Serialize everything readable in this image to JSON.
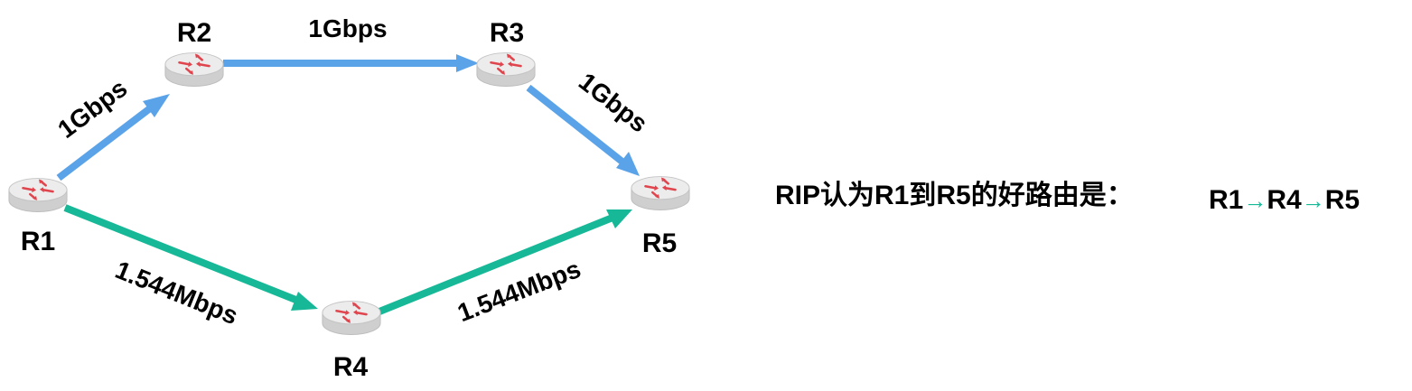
{
  "colors": {
    "fast_link": "#5ba3e8",
    "slow_link": "#17b897",
    "router_body": "#e3e3e3",
    "router_arrow": "#e0454e"
  },
  "icons": {
    "router": "router-icon"
  },
  "routers": {
    "r1": "R1",
    "r2": "R2",
    "r3": "R3",
    "r4": "R4",
    "r5": "R5"
  },
  "links": {
    "r1_r2": "1Gbps",
    "r2_r3": "1Gbps",
    "r3_r5": "1Gbps",
    "r1_r4": "1.544Mbps",
    "r4_r5": "1.544Mbps"
  },
  "caption": {
    "text": "RIP认为R1到R5的好路由是：",
    "path": [
      "R1",
      "R4",
      "R5"
    ],
    "arrow": "→"
  }
}
